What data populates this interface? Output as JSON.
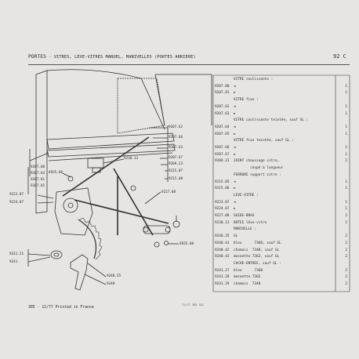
{
  "header": {
    "section": "PORTES",
    "title": " - VITRES, LEVE-VITRES MANUEL, MANIVELLES (PORTES ARRIERE)",
    "page_ref": "92 C"
  },
  "footer": {
    "text": "305 - 11/77 Printed in France",
    "stamp": "11/77 305 92C"
  },
  "table": {
    "rows": [
      {
        "ref": "",
        "desc": "VITRE coulissante :",
        "qty": ""
      },
      {
        "ref": "9207.80",
        "desc": "◄",
        "qty": "1"
      },
      {
        "ref": "9207.81",
        "desc": "►",
        "qty": "1"
      },
      {
        "ref": "",
        "desc": "VITRE fixe :",
        "qty": ""
      },
      {
        "ref": "9207.62",
        "desc": "◄",
        "qty": "1"
      },
      {
        "ref": "9207.63",
        "desc": "►",
        "qty": "1"
      },
      {
        "ref": "",
        "desc": "VITRE coulissante teintée, sauf GL :",
        "qty": ""
      },
      {
        "ref": "9207.64",
        "desc": "◄",
        "qty": "1"
      },
      {
        "ref": "9207.65",
        "desc": "►",
        "qty": "1"
      },
      {
        "ref": "",
        "desc": "VITRE fixe teintée, sauf GL :",
        "qty": ""
      },
      {
        "ref": "9207.66",
        "desc": "◄",
        "qty": "1"
      },
      {
        "ref": "9207.67",
        "desc": "►",
        "qty": "1"
      },
      {
        "ref": "9209.23",
        "desc": "JOINT chaussage vitre,",
        "qty": "2"
      },
      {
        "ref": "",
        "desc": "        coupé à longueur",
        "qty": ""
      },
      {
        "ref": "",
        "desc": "FERRURE support vitre :",
        "qty": ""
      },
      {
        "ref": "9215.05",
        "desc": "◄",
        "qty": "1"
      },
      {
        "ref": "9215.06",
        "desc": "►",
        "qty": "1"
      },
      {
        "ref": "",
        "desc": "LEVE-VITRE :",
        "qty": ""
      },
      {
        "ref": "9223.07",
        "desc": "◄",
        "qty": "1"
      },
      {
        "ref": "9224.07",
        "desc": "►",
        "qty": "1"
      },
      {
        "ref": "9227.08",
        "desc": "GUIDE-BRAS",
        "qty": "2"
      },
      {
        "ref": "9230.13",
        "desc": "BUTEE lève-vitre",
        "qty": "2"
      },
      {
        "ref": "",
        "desc": "MANIVELLE :",
        "qty": ""
      },
      {
        "ref": "9240.35",
        "desc": "GL",
        "qty": "2"
      },
      {
        "ref": "9240.41",
        "desc": "bleu      7360, sauf GL",
        "qty": "2"
      },
      {
        "ref": "9240.42",
        "desc": "chamois  7348, sauf GL",
        "qty": "2"
      },
      {
        "ref": "9240.43",
        "desc": "mocoetto 7362, sauf GL",
        "qty": "2"
      },
      {
        "ref": "",
        "desc": "CACHE-ENTREE, sauf GL :",
        "qty": ""
      },
      {
        "ref": "9241.27",
        "desc": "bleu      7360",
        "qty": "2"
      },
      {
        "ref": "9241.28",
        "desc": "mocoetto 7362",
        "qty": "2"
      },
      {
        "ref": "9241.29",
        "desc": "chamois  7348",
        "qty": "2"
      }
    ]
  },
  "callouts": {
    "c9207_62": "9207.62",
    "c9207_66": "9207.66",
    "c9207_63": "9207.63",
    "c9207_67": "9207.67",
    "c9209_23": "9209.23",
    "c9215_07": "9215.07",
    "c9215_08": "9215.08",
    "c9230_13": "9230.13",
    "c9207_80": "9207.80",
    "c9207_64": "9207.64",
    "c9207_81": "9207.81",
    "c9207_65": "9207.65",
    "c6935_08a": "6935.08",
    "c9223_07": "9223.07",
    "c9224_07": "9224.07",
    "c9227_08": "9227.08",
    "c6935_08b": "6935.08",
    "c9241_21": "9241.21",
    "c9241": "9241",
    "c9240_35": "9240.35",
    "c9240": "9240"
  },
  "colors": {
    "ink": "#2a2a2a",
    "paper": "#e7e5e2"
  }
}
